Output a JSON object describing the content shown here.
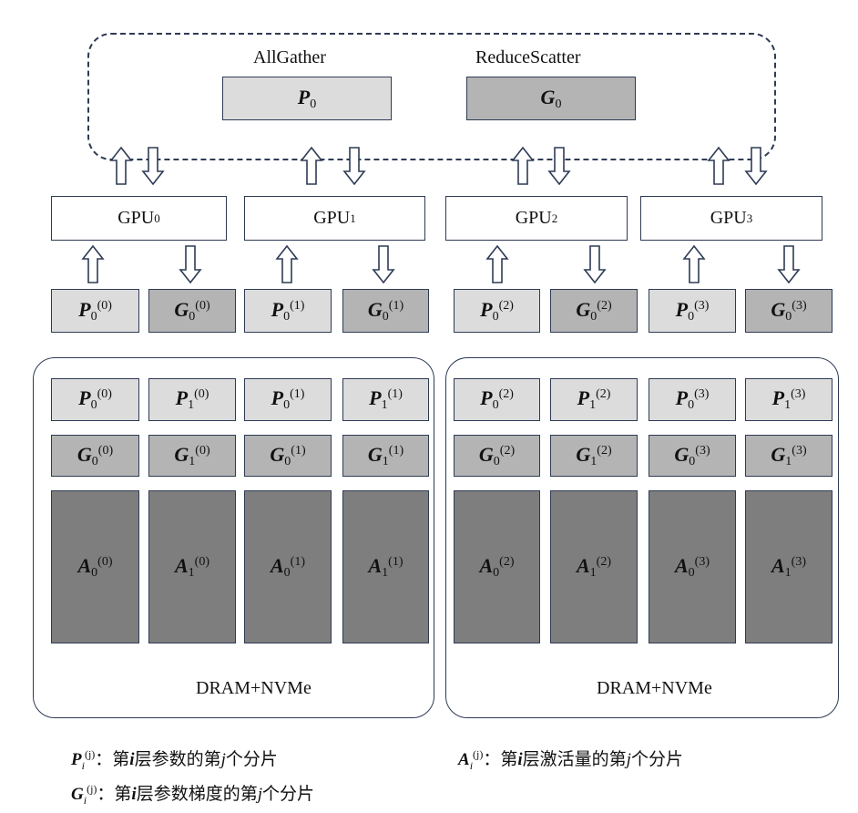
{
  "collective": {
    "allgather_label": "AllGather",
    "reducescatter_label": "ReduceScatter",
    "p_symbol": "P",
    "p_sub": "0",
    "g_symbol": "G",
    "g_sub": "0"
  },
  "gpus": [
    {
      "base": "GPU",
      "index": "0",
      "index_style": "sub"
    },
    {
      "base": "GPU",
      "index": "1",
      "index_style": "sub"
    },
    {
      "base": "GPU",
      "index": "2",
      "index_style": "sub"
    },
    {
      "base": "GPU",
      "index": "3",
      "index_style": "sup"
    }
  ],
  "gpu_shards": [
    {
      "sym": "P",
      "sub": "0",
      "sup": "(0)",
      "shade": "light"
    },
    {
      "sym": "G",
      "sub": "0",
      "sup": "(0)",
      "shade": "mid"
    },
    {
      "sym": "P",
      "sub": "0",
      "sup": "(1)",
      "shade": "light"
    },
    {
      "sym": "G",
      "sub": "0",
      "sup": "(1)",
      "shade": "mid"
    },
    {
      "sym": "P",
      "sub": "0",
      "sup": "(2)",
      "shade": "light"
    },
    {
      "sym": "G",
      "sub": "0",
      "sup": "(2)",
      "shade": "mid"
    },
    {
      "sym": "P",
      "sub": "0",
      "sup": "(3)",
      "shade": "light"
    },
    {
      "sym": "G",
      "sub": "0",
      "sup": "(3)",
      "shade": "mid"
    }
  ],
  "memory_rows": {
    "params": [
      {
        "sym": "P",
        "sub": "0",
        "sup": "(0)"
      },
      {
        "sym": "P",
        "sub": "1",
        "sup": "(0)"
      },
      {
        "sym": "P",
        "sub": "0",
        "sup": "(1)"
      },
      {
        "sym": "P",
        "sub": "1",
        "sup": "(1)"
      },
      {
        "sym": "P",
        "sub": "0",
        "sup": "(2)"
      },
      {
        "sym": "P",
        "sub": "1",
        "sup": "(2)"
      },
      {
        "sym": "P",
        "sub": "0",
        "sup": "(3)"
      },
      {
        "sym": "P",
        "sub": "1",
        "sup": "(3)"
      }
    ],
    "grads": [
      {
        "sym": "G",
        "sub": "0",
        "sup": "(0)"
      },
      {
        "sym": "G",
        "sub": "1",
        "sup": "(0)"
      },
      {
        "sym": "G",
        "sub": "0",
        "sup": "(1)"
      },
      {
        "sym": "G",
        "sub": "1",
        "sup": "(1)"
      },
      {
        "sym": "G",
        "sub": "0",
        "sup": "(2)"
      },
      {
        "sym": "G",
        "sub": "1",
        "sup": "(2)"
      },
      {
        "sym": "G",
        "sub": "0",
        "sup": "(3)"
      },
      {
        "sym": "G",
        "sub": "1",
        "sup": "(3)"
      }
    ],
    "activations": [
      {
        "sym": "A",
        "sub": "0",
        "sup": "(0)"
      },
      {
        "sym": "A",
        "sub": "1",
        "sup": "(0)"
      },
      {
        "sym": "A",
        "sub": "0",
        "sup": "(1)"
      },
      {
        "sym": "A",
        "sub": "1",
        "sup": "(1)"
      },
      {
        "sym": "A",
        "sub": "0",
        "sup": "(2)"
      },
      {
        "sym": "A",
        "sub": "1",
        "sup": "(2)"
      },
      {
        "sym": "A",
        "sub": "0",
        "sup": "(3)"
      },
      {
        "sym": "A",
        "sub": "1",
        "sup": "(3)"
      }
    ]
  },
  "storage_labels": [
    "DRAM+NVMe",
    "DRAM+NVMe"
  ],
  "legend": [
    {
      "sym": "P",
      "sub": "i",
      "sup": "(j)",
      "sep": "：",
      "text_a": "第",
      "var_i": "i",
      "text_b": "层参数的第",
      "var_j": "j",
      "text_c": "个分片"
    },
    {
      "sym": "A",
      "sub": "i",
      "sup": "(j)",
      "sep": "：",
      "text_a": "第",
      "var_i": "i",
      "text_b": "层激活量的第",
      "var_j": "j",
      "text_c": "个分片"
    },
    {
      "sym": "G",
      "sub": "i",
      "sup": "(j)",
      "sep": "：",
      "text_a": "第",
      "var_i": "i",
      "text_b": "层参数梯度的第",
      "var_j": "j",
      "text_c": "个分片"
    }
  ],
  "colors": {
    "border": "#2e3b55",
    "light": "#dcdcdc",
    "mid": "#b4b4b4",
    "dark": "#7e7e7e"
  }
}
